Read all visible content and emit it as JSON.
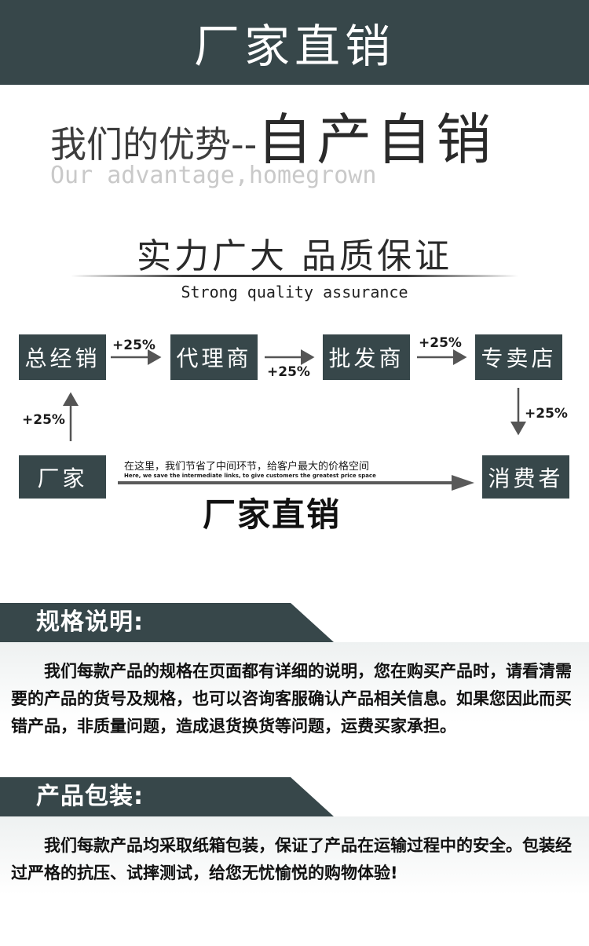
{
  "banner": {
    "title": "厂家直销"
  },
  "advantage": {
    "prefix": "我们的优势--",
    "highlight": "自产自销",
    "english": "Our advantage,homegrown"
  },
  "quality": {
    "title": "实力广大 品质保证",
    "english": "Strong quality assurance"
  },
  "flow": {
    "nodes": {
      "general_distributor": "总经销",
      "agent": "代理商",
      "wholesaler": "批发商",
      "retail_store": "专卖店",
      "factory": "厂家",
      "consumer": "消费者"
    },
    "markup": "+25%",
    "note_cn": "在这里，我们节省了中间环节，给客户最大的价格空间",
    "note_en": "Here, we save the intermediate links, to give customers the greatest price space",
    "title": "厂家直销"
  },
  "spec": {
    "heading": "规格说明:",
    "body": "我们每款产品的规格在页面都有详细的说明，您在购买产品时，请看清需要的产品的货号及规格，也可以咨询客服确认产品相关信息。如果您因此而买错产品，非质量问题，造成退货换货等问题，运费买家承担。"
  },
  "packaging": {
    "heading": "产品包装:",
    "body": "我们每款产品均采取纸箱包装，保证了产品在运输过程中的安全。包装经过严格的抗压、试摔测试，给您无忧愉悦的购物体验!"
  },
  "colors": {
    "dark": "#37474a",
    "arrow": "#5a5a5a"
  }
}
